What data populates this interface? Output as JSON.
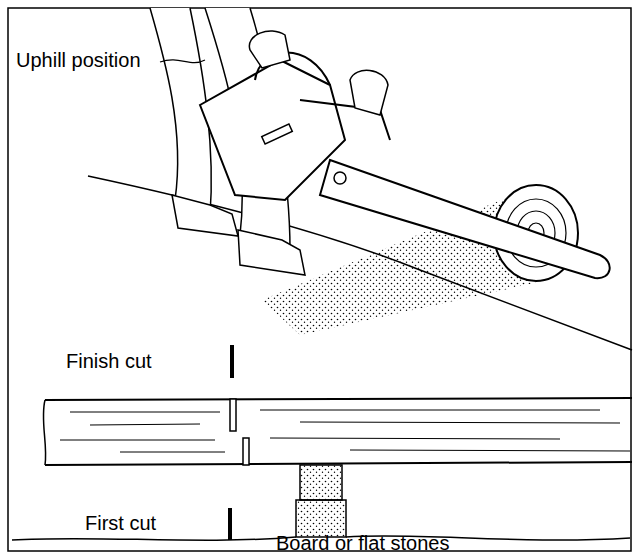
{
  "diagram": {
    "labels": [
      "Uphill position",
      "Finish cut",
      "First cut",
      "Board or flat stones"
    ]
  }
}
